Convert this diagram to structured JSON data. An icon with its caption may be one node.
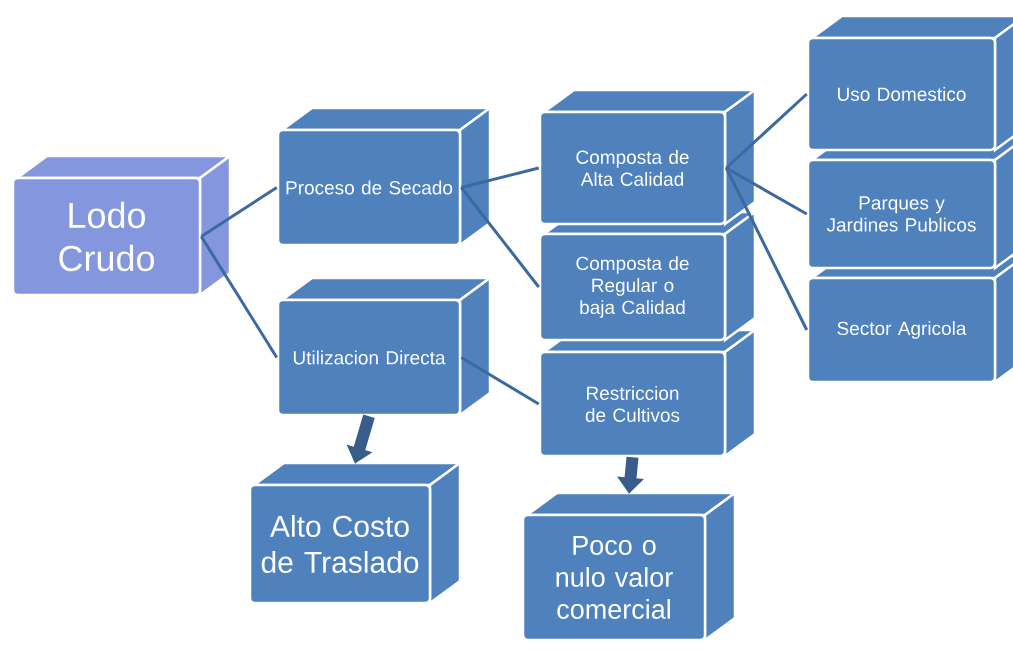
{
  "diagram": {
    "nodes": [
      {
        "text": [
          "Lodo Crudo"
        ]
      },
      {
        "text": [
          "Proceso de Secado"
        ]
      },
      {
        "text": [
          "Utilizacion Directa"
        ]
      },
      {
        "text": [
          "Composta de Alta Calidad"
        ]
      },
      {
        "text": [
          "Composta de Regular o baja Calidad"
        ]
      },
      {
        "text": [
          "Restriccion de Cultivos"
        ]
      },
      {
        "text": [
          "Uso Domestico"
        ]
      },
      {
        "text": [
          "Parques y Jardines Publicos"
        ]
      },
      {
        "text": [
          "Sector Agricola"
        ]
      },
      {
        "text": [
          "Alto Costo de Traslado"
        ]
      },
      {
        "text": [
          "Poco o nulo valor comercial"
        ]
      }
    ],
    "edges": [
      {
        "from": 0,
        "to": 1,
        "arrow": "none"
      },
      {
        "from": 0,
        "to": 2,
        "arrow": "none"
      },
      {
        "from": 1,
        "to": 3,
        "arrow": "none"
      },
      {
        "from": 1,
        "to": 4,
        "arrow": "none"
      },
      {
        "from": 2,
        "to": 5,
        "arrow": "none"
      },
      {
        "from": 3,
        "to": 6,
        "arrow": "none"
      },
      {
        "from": 3,
        "to": 7,
        "arrow": "none"
      },
      {
        "from": 3,
        "to": 8,
        "arrow": "none"
      },
      {
        "from": 2,
        "to": 9,
        "arrow": "to",
        "style": "thick"
      },
      {
        "from": 5,
        "to": 10,
        "arrow": "to",
        "style": "thick"
      }
    ]
  }
}
